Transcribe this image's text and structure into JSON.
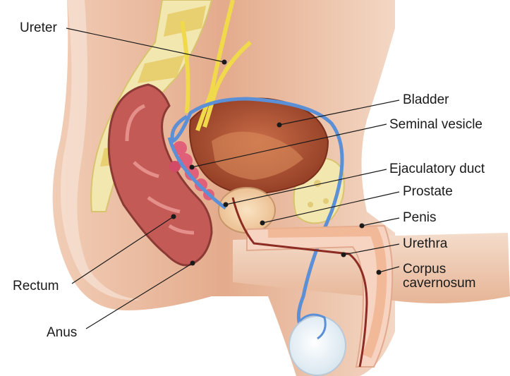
{
  "labels": {
    "ureter": "Ureter",
    "bladder": "Bladder",
    "seminal_vesicle": "Seminal vesicle",
    "ejaculatory_duct": "Ejaculatory duct",
    "prostate": "Prostate",
    "penis": "Penis",
    "urethra": "Urethra",
    "corpus_cavernosum_line1": "Corpus",
    "corpus_cavernosum_line2": "cavernosum",
    "rectum": "Rectum",
    "anus": "Anus"
  },
  "colors": {
    "skin": "#e9b89a",
    "skin_dark": "#c98a68",
    "bone": "#efe3a6",
    "bone_dark": "#d9c266",
    "bladder": "#b65a3a",
    "rectum": "#c45a56",
    "ureter": "#f0d94a",
    "vas_deferens": "#5b8fd6",
    "seminal_vesicle": "#e0607a",
    "prostate": "#f2cfa3",
    "urethra": "#8c2c22",
    "leader_line": "#1a1a1a"
  }
}
